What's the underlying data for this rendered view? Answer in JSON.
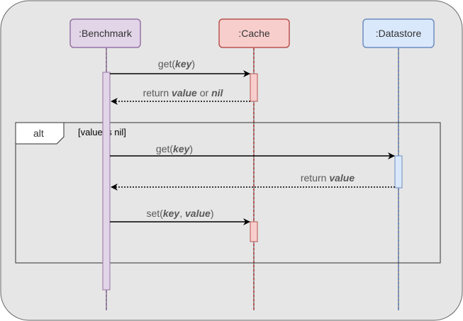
{
  "participants": {
    "benchmark": ":Benchmark",
    "cache": ":Cache",
    "datastore": ":Datastore"
  },
  "messages": {
    "m1": {
      "prefix": "get(",
      "arg1": "key",
      "suffix": ")"
    },
    "m2": {
      "prefix": "return ",
      "arg1": "value",
      "mid": " or ",
      "arg2": "nil"
    },
    "m3": {
      "prefix": "get(",
      "arg1": "key",
      "suffix": ")"
    },
    "m4": {
      "prefix": "return ",
      "arg1": "value"
    },
    "m5": {
      "prefix": "set(",
      "arg1": "key",
      "mid": ", ",
      "arg2": "value",
      "suffix": ")"
    }
  },
  "fragment": {
    "operator": "alt",
    "guard": "[value is nil]"
  },
  "colors": {
    "background": "#e6e6e6",
    "benchmark_fill": "#e1d5e7",
    "benchmark_stroke": "#9673a6",
    "cache_fill": "#f8cecc",
    "cache_stroke": "#b85450",
    "datastore_fill": "#dae8fc",
    "datastore_stroke": "#6c8ebf"
  }
}
